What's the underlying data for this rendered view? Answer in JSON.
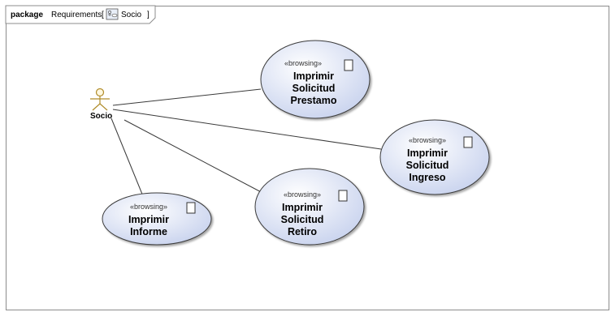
{
  "frame": {
    "keyword": "package",
    "name": "Requirements",
    "bracket_open": "[",
    "diagram_icon": "use-case-diagram-icon",
    "diagram_ref": "Socio",
    "bracket_close": "]"
  },
  "actor": {
    "name": "Socio",
    "icon": "stick-figure-actor-icon"
  },
  "use_cases": [
    {
      "stereotype": "«browsing»",
      "lines": [
        "Imprimir",
        "Solicitud",
        "Prestamo"
      ]
    },
    {
      "stereotype": "«browsing»",
      "lines": [
        "Imprimir",
        "Solicitud",
        "Ingreso"
      ]
    },
    {
      "stereotype": "«browsing»",
      "lines": [
        "Imprimir",
        "Solicitud",
        "Retiro"
      ]
    },
    {
      "stereotype": "«browsing»",
      "lines": [
        "Imprimir",
        "Informe"
      ]
    }
  ],
  "associations": [
    {
      "from": "Socio",
      "to": "Imprimir Solicitud Prestamo"
    },
    {
      "from": "Socio",
      "to": "Imprimir Solicitud Ingreso"
    },
    {
      "from": "Socio",
      "to": "Imprimir Solicitud Retiro"
    },
    {
      "from": "Socio",
      "to": "Imprimir Informe"
    }
  ],
  "colors": {
    "usecase_fill_light": "#ffffff",
    "usecase_fill_dark": "#c9d3ee",
    "usecase_stroke": "#3a3a3a",
    "actor_stroke": "#b08c2a",
    "frame_stroke": "#8c8c8c"
  }
}
